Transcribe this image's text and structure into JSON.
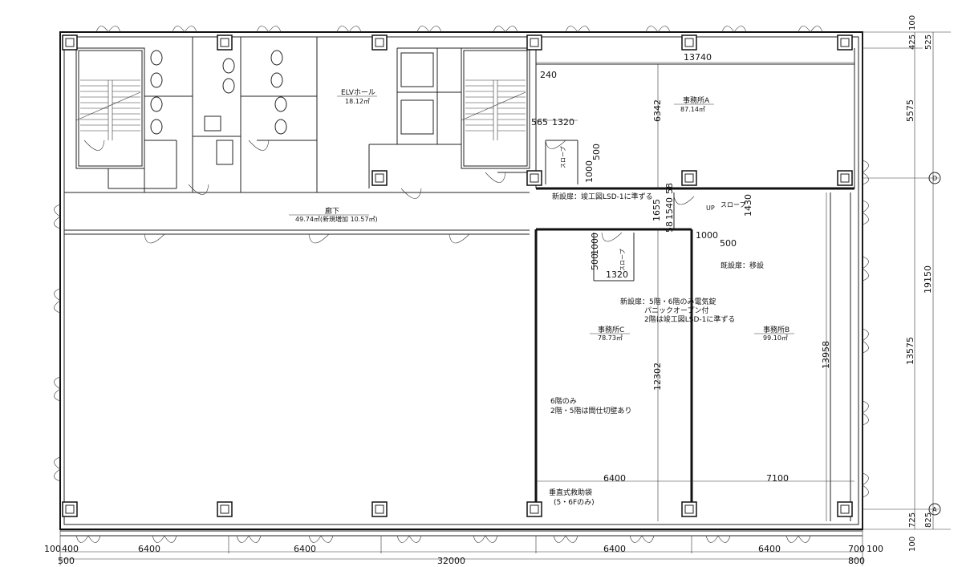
{
  "rooms": {
    "elv_hall": {
      "name": "ELVホール",
      "area": "18.12㎡"
    },
    "corridor": {
      "name": "廊下",
      "area": "49.74㎡(新規増加 10.57㎡)"
    },
    "office_a": {
      "name": "事務所A",
      "area": "87.14㎡"
    },
    "office_b": {
      "name": "事務所B",
      "area": "99.10㎡"
    },
    "office_c": {
      "name": "事務所C",
      "area": "78.73㎡"
    }
  },
  "notes": {
    "new_door_1": "新設扉：竣工図LSD-1に準ずる",
    "existing_door": "既設扉：移設",
    "new_door_2_line1": "新設扉：5階・6階のみ電気錠",
    "new_door_2_line2": "パニックオープン付",
    "new_door_2_line3": "2階は竣工図LSD-1に準ずる",
    "sixth_only_line1": "6階のみ",
    "sixth_only_line2": "2階・5階は間仕切壁あり",
    "rescue_bag_line1": "垂直式救助袋",
    "rescue_bag_line2": "(5・6Fのみ)",
    "slope": "スロープ",
    "up": "UP",
    "slope_a": "スロープ",
    "slope_c": "スロープ"
  },
  "dims": {
    "top_13740": "13740",
    "d_240": "240",
    "d_565": "565",
    "d_1320_top": "1320",
    "d_500_a": "500",
    "d_1000_a": "1000",
    "d_6342": "6342",
    "d_1655": "1655",
    "d_1540": "1540",
    "d_58_a": "58",
    "d_58_b": "58",
    "d_1430": "1430",
    "d_1000_b": "1000",
    "d_500_b": "500",
    "d_500_c": "500",
    "d_1000_c": "1000",
    "d_1320_c": "1320",
    "d_12302": "12302",
    "d_13958": "13958",
    "d_6400_in": "6400",
    "d_7100_in": "7100",
    "bottom": [
      "100",
      "400",
      "6400",
      "6400",
      "6400",
      "6400",
      "700",
      "100"
    ],
    "bottom_total": "32000",
    "bottom_500": "500",
    "bottom_800": "800",
    "right_100_top": "100",
    "right_425": "425",
    "right_525": "525",
    "right_5575": "5575",
    "right_19150": "19150",
    "right_13575": "13575",
    "right_725": "725",
    "right_825": "825",
    "right_100_bot": "100",
    "axis_d": "D",
    "axis_a": "A"
  }
}
